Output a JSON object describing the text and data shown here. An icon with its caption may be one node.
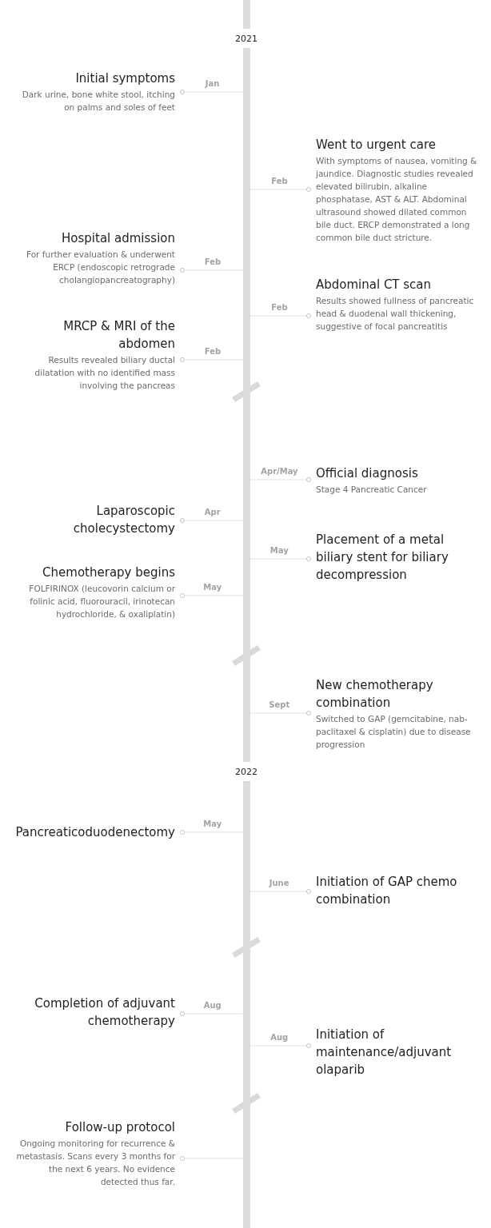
{
  "diagram": {
    "nodes": [
      {
        "text": [],
        "shape": "bar",
        "beside": [
          "2021",
          "2022"
        ]
      },
      {
        "text": [
          "Initial symptoms",
          "Dark urine, bone white stool, itching on palms and soles of feet"
        ]
      },
      {
        "text": [
          "Went to urgent care",
          "With symptoms of nausea, vomiting & jaundice. Diagnostic studies revealed elevated bilirubin, alkaline phosphatase, AST & ALT. Abdominal ultrasound showed dilated common bile duct. ERCP demonstrated a long common bile duct stricture."
        ]
      },
      {
        "text": [
          "Hospital admission",
          "For further evaluation & underwent ERCP (endoscopic retrograde cholangiopancreatography)"
        ]
      },
      {
        "text": [
          "Abdominal CT scan",
          "Results showed fullness of pancreatic head & duodenal wall thickening, suggestive of focal pancreatitis"
        ]
      },
      {
        "text": [
          "MRCP & MRI of the abdomen",
          "Results revealed biliary ductal dilatation with no identified mass involving the pancreas"
        ]
      },
      {
        "text": [
          "Official diagnosis",
          "Stage 4 Pancreatic Cancer"
        ]
      },
      {
        "text": [
          "Laparoscopic cholecystectomy"
        ]
      },
      {
        "text": [
          "Placement of a metal biliary stent for biliary decompression"
        ]
      },
      {
        "text": [
          "Chemotherapy begins",
          "FOLFIRINOX (leucovorin calcium or folinic acid, fluorouracil, irinotecan hydrochloride, & oxaliplatin)"
        ]
      },
      {
        "text": [
          "New chemotherapy combination",
          "Switched to GAP (gemcitabine, nab-paclitaxel & cisplatin) due to disease progression"
        ]
      },
      {
        "text": [
          "Pancreaticoduodenectomy"
        ]
      },
      {
        "text": [
          "Initiation of GAP chemo combination"
        ]
      },
      {
        "text": [
          "Completion of adjuvant chemotherapy"
        ]
      },
      {
        "text": [
          "Initiation of maintenance/adjuvant olaparib"
        ]
      },
      {
        "text": [
          "Follow-up protocol",
          "Ongoing monitoring for recurrence & metastasis. Scans every 3 months for the next 6 years. No evidence detected thus far."
        ]
      }
    ],
    "edges": [
      {
        "from": 1,
        "to": 0,
        "arrow": "other",
        "label": "Jan"
      },
      {
        "from": 2,
        "to": 0,
        "arrow": "other",
        "label": "Feb"
      },
      {
        "from": 3,
        "to": 0,
        "arrow": "other",
        "label": "Feb"
      },
      {
        "from": 4,
        "to": 0,
        "arrow": "other",
        "label": "Feb"
      },
      {
        "from": 5,
        "to": 0,
        "arrow": "other",
        "label": "Feb"
      },
      {
        "from": 6,
        "to": 0,
        "arrow": "other",
        "label": "Apr/May"
      },
      {
        "from": 7,
        "to": 0,
        "arrow": "other",
        "label": "Apr"
      },
      {
        "from": 8,
        "to": 0,
        "arrow": "other",
        "label": "May"
      },
      {
        "from": 9,
        "to": 0,
        "arrow": "other",
        "label": "May"
      },
      {
        "from": 10,
        "to": 0,
        "arrow": "other",
        "label": "Sept"
      },
      {
        "from": 11,
        "to": 0,
        "arrow": "other",
        "label": "May"
      },
      {
        "from": 12,
        "to": 0,
        "arrow": "other",
        "label": "June"
      },
      {
        "from": 13,
        "to": 0,
        "arrow": "other",
        "label": "Aug"
      },
      {
        "from": 14,
        "to": 0,
        "arrow": "other",
        "label": "Aug"
      },
      {
        "from": 15,
        "to": 0,
        "arrow": "other"
      }
    ]
  }
}
